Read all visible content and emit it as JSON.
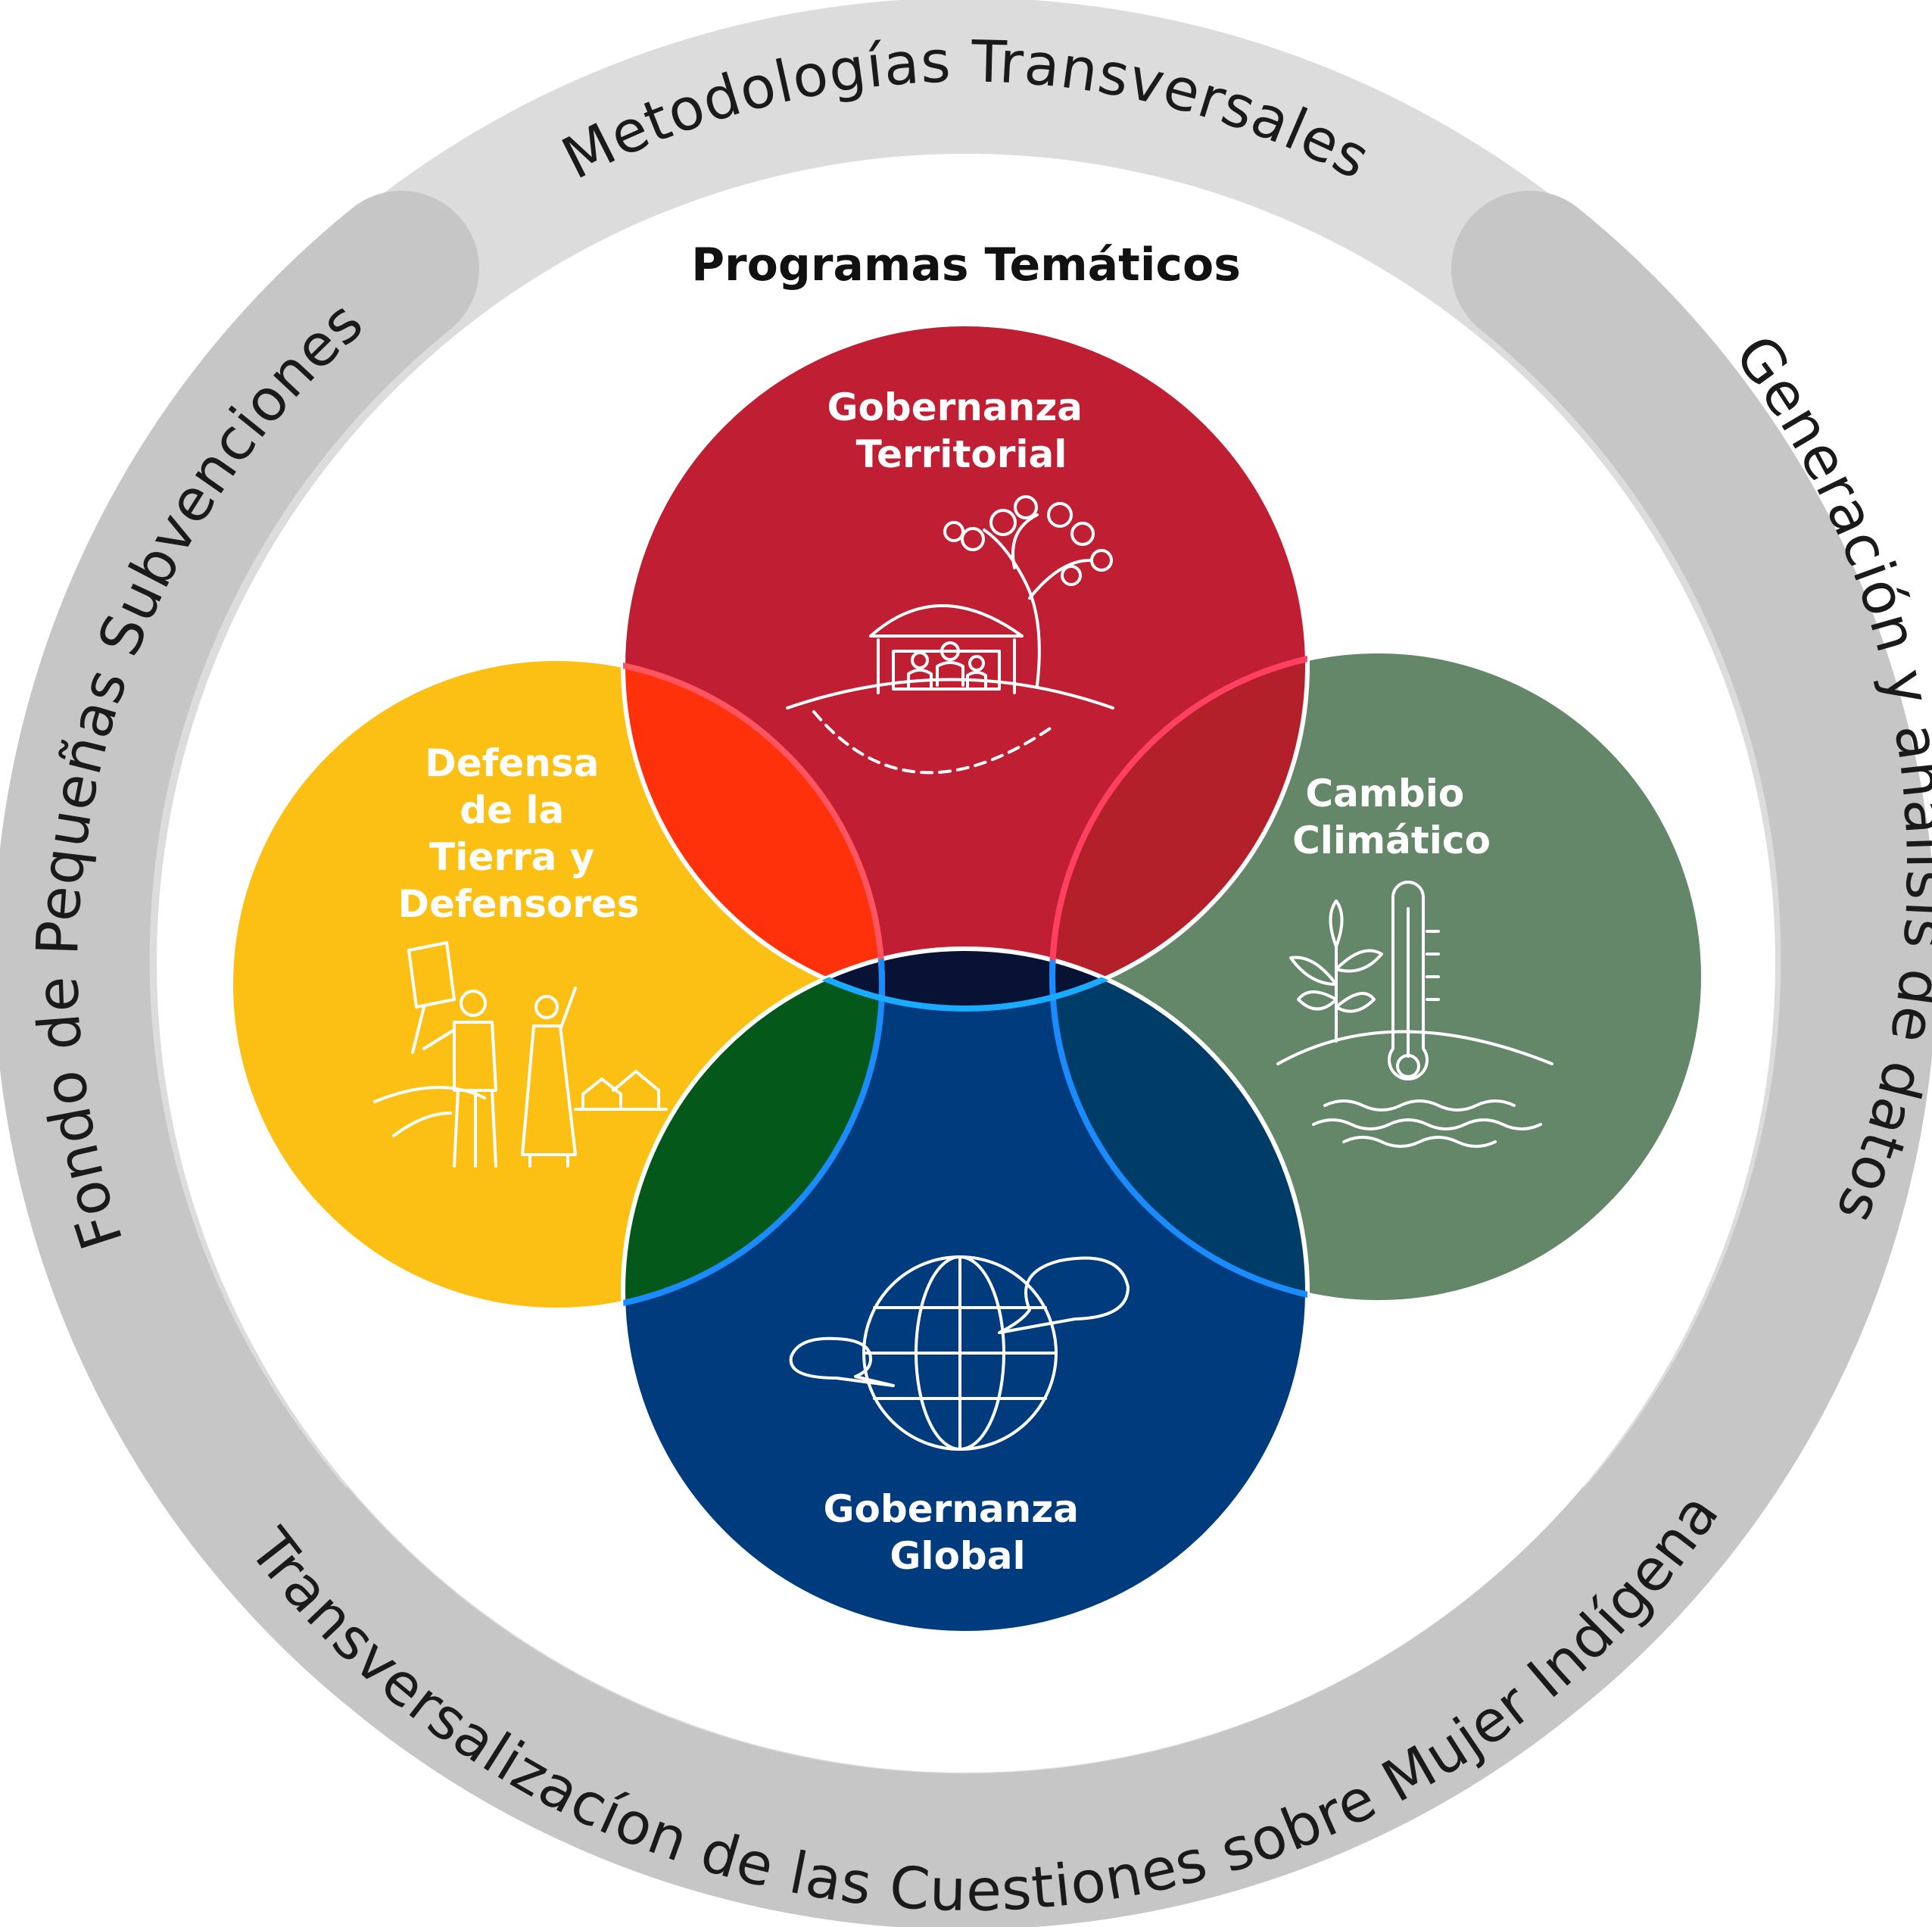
{
  "title": "Programas Temáticos",
  "ring": {
    "top": "Metodologías Transversales",
    "left": "Fondo de Pequeñas Subvenciones",
    "right": "Generación y análisis de datos",
    "bottom": "Transversalizacíon de las Cuestiones sobre Mujer Indígena"
  },
  "programs": {
    "territorial": {
      "line1": "Gobernanza",
      "line2": "Territorial",
      "color": "#C01F33"
    },
    "land": {
      "line1": "Defensa",
      "line2": "de la",
      "line3": "Tierra y",
      "line4": "Defensores",
      "color": "#FCC015"
    },
    "climate": {
      "line1": "Cambio",
      "line2": "Climático",
      "color": "#64876A"
    },
    "global": {
      "line1": "Gobernanza",
      "line2": "Global",
      "color": "#003C7D"
    }
  },
  "icons": {
    "territorial": "house-tree-icon",
    "land": "protest-people-icon",
    "climate": "thermometer-plant-icon",
    "global": "globe-speech-icon"
  }
}
